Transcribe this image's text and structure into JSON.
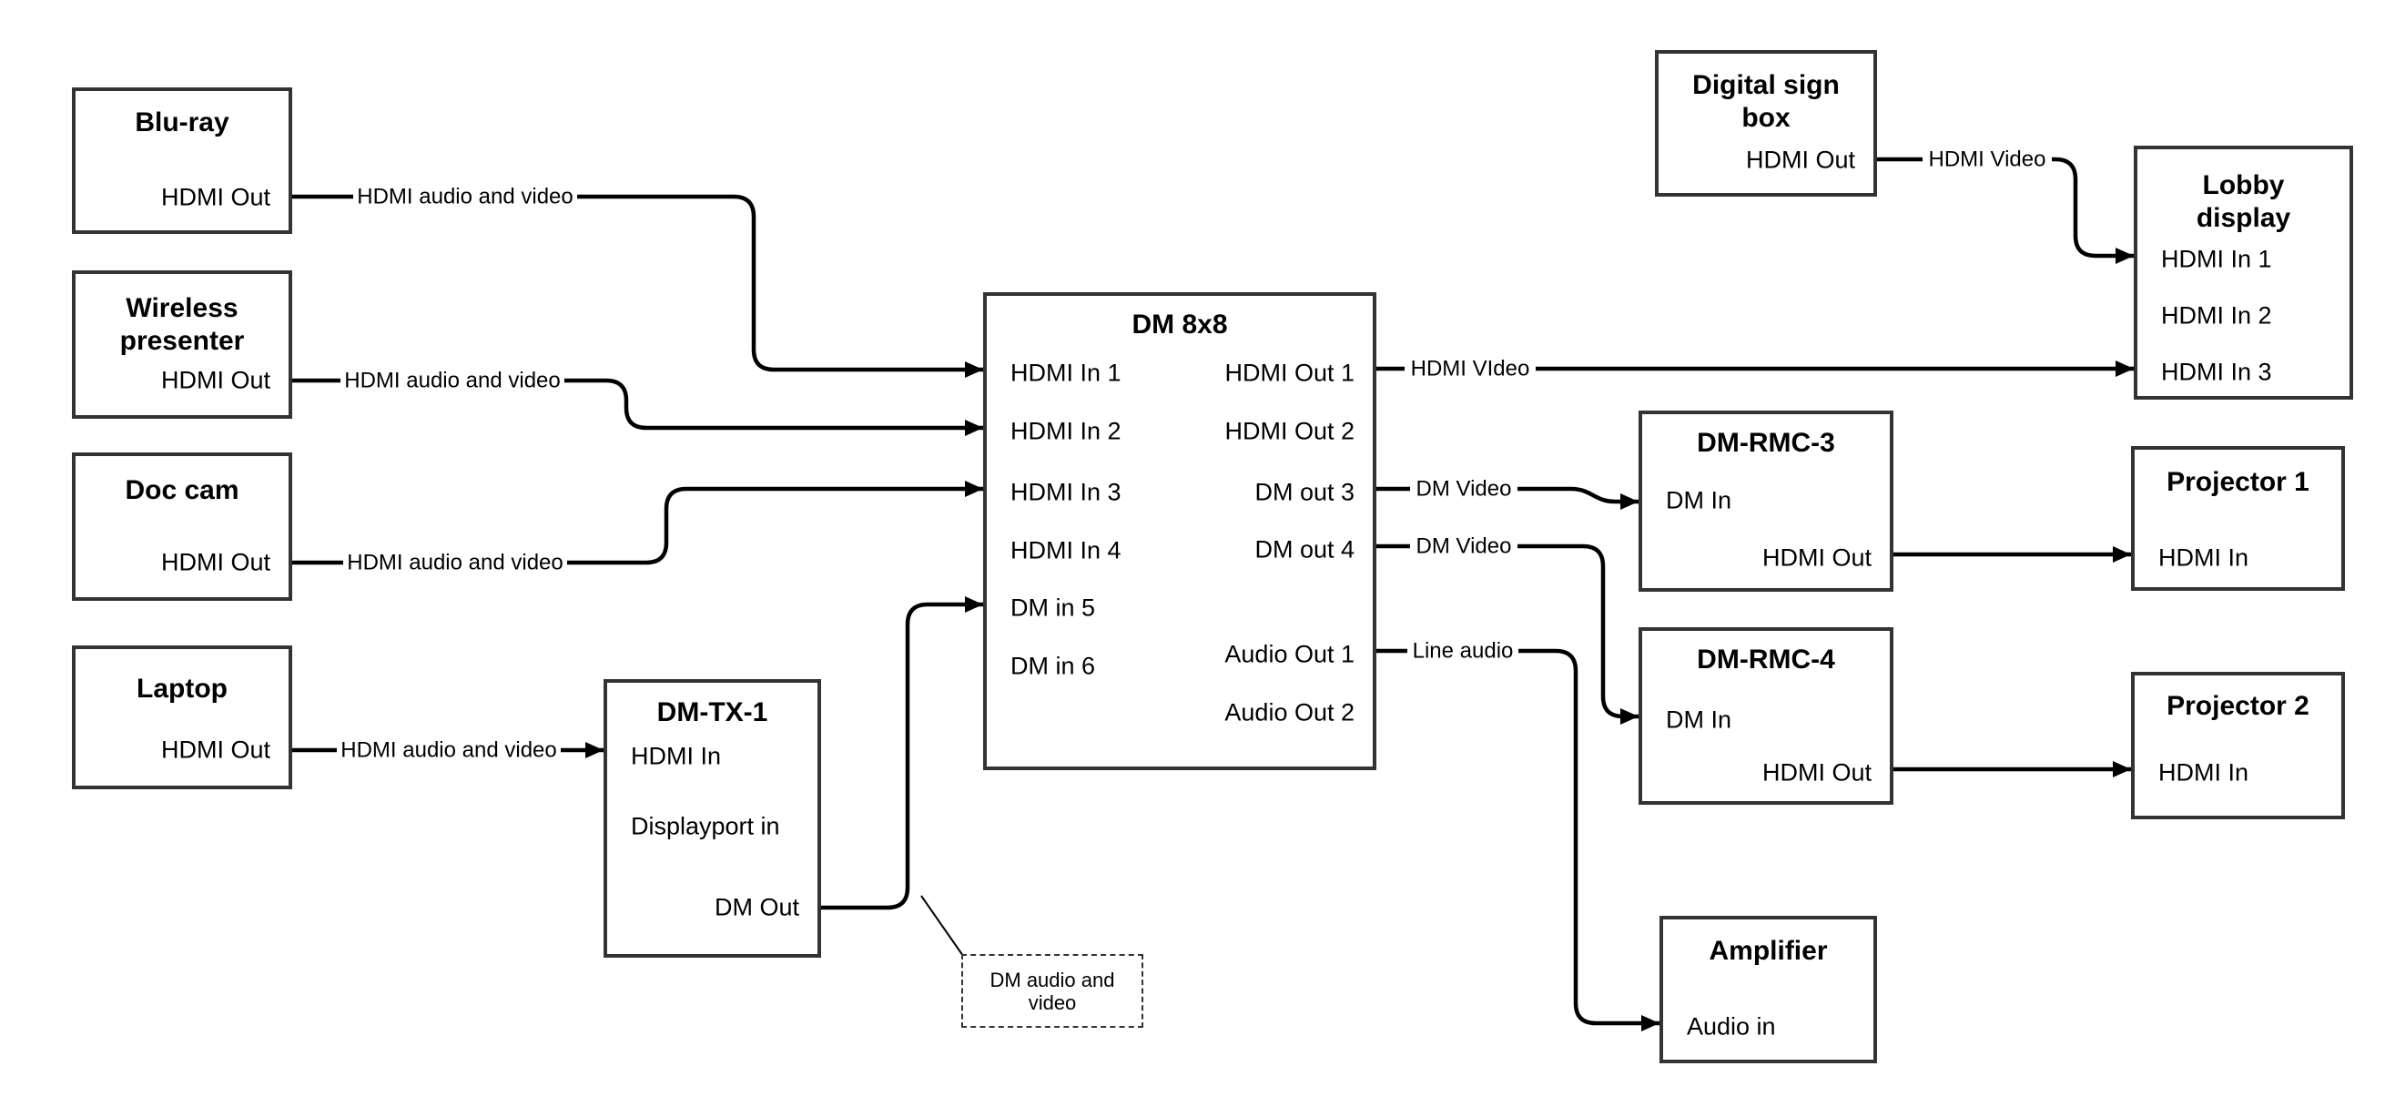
{
  "nodes": {
    "bluray": {
      "title_lines": [
        "Blu-ray"
      ],
      "ports": [
        "HDMI Out"
      ]
    },
    "wireless_presenter": {
      "title_lines": [
        "Wireless",
        "presenter"
      ],
      "ports": [
        "HDMI Out"
      ]
    },
    "doc_cam": {
      "title_lines": [
        "Doc cam"
      ],
      "ports": [
        "HDMI Out"
      ]
    },
    "laptop": {
      "title_lines": [
        "Laptop"
      ],
      "ports": [
        "HDMI Out"
      ]
    },
    "dm_tx_1": {
      "title_lines": [
        "DM-TX-1"
      ],
      "ports": [
        "HDMI In",
        "Displayport in",
        "DM Out"
      ]
    },
    "dm_8x8": {
      "title_lines": [
        "DM 8x8"
      ],
      "inputs": [
        "HDMI In 1",
        "HDMI In 2",
        "HDMI In 3",
        "HDMI In 4",
        "DM in 5",
        "DM in 6"
      ],
      "outputs": [
        "HDMI Out 1",
        "HDMI Out 2",
        "DM out 3",
        "DM out 4",
        "Audio Out 1",
        "Audio Out 2"
      ]
    },
    "digital_sign_box": {
      "title_lines": [
        "Digital sign",
        "box"
      ],
      "ports": [
        "HDMI Out"
      ]
    },
    "lobby_display": {
      "title_lines": [
        "Lobby",
        "display"
      ],
      "ports": [
        "HDMI In 1",
        "HDMI In 2",
        "HDMI In 3"
      ]
    },
    "dm_rmc_3": {
      "title_lines": [
        "DM-RMC-3"
      ],
      "ports": [
        "DM In",
        "HDMI Out"
      ]
    },
    "projector_1": {
      "title_lines": [
        "Projector 1"
      ],
      "ports": [
        "HDMI In"
      ]
    },
    "dm_rmc_4": {
      "title_lines": [
        "DM-RMC-4"
      ],
      "ports": [
        "DM In",
        "HDMI Out"
      ]
    },
    "projector_2": {
      "title_lines": [
        "Projector 2"
      ],
      "ports": [
        "HDMI In"
      ]
    },
    "amplifier": {
      "title_lines": [
        "Amplifier"
      ],
      "ports": [
        "Audio in"
      ]
    }
  },
  "connection_labels": {
    "bluray_to_dm8x8": "HDMI audio and video",
    "wireless_to_dm8x8": "HDMI audio and video",
    "doccam_to_dm8x8": "HDMI audio and video",
    "laptop_to_dmtx1": "HDMI audio and video",
    "dm8x8_to_lobby": "HDMI VIdeo",
    "sign_to_lobby": "HDMI Video",
    "out3_to_rmc3": "DM Video",
    "out4_to_rmc4": "DM Video",
    "audio1_to_amp": "Line audio"
  },
  "annotations": {
    "dm_av_note_lines": [
      "DM audio and",
      "video"
    ]
  },
  "colors": {
    "background": "#ffffff",
    "box_border": "#333333",
    "wire": "#000000",
    "text": "#000000"
  }
}
